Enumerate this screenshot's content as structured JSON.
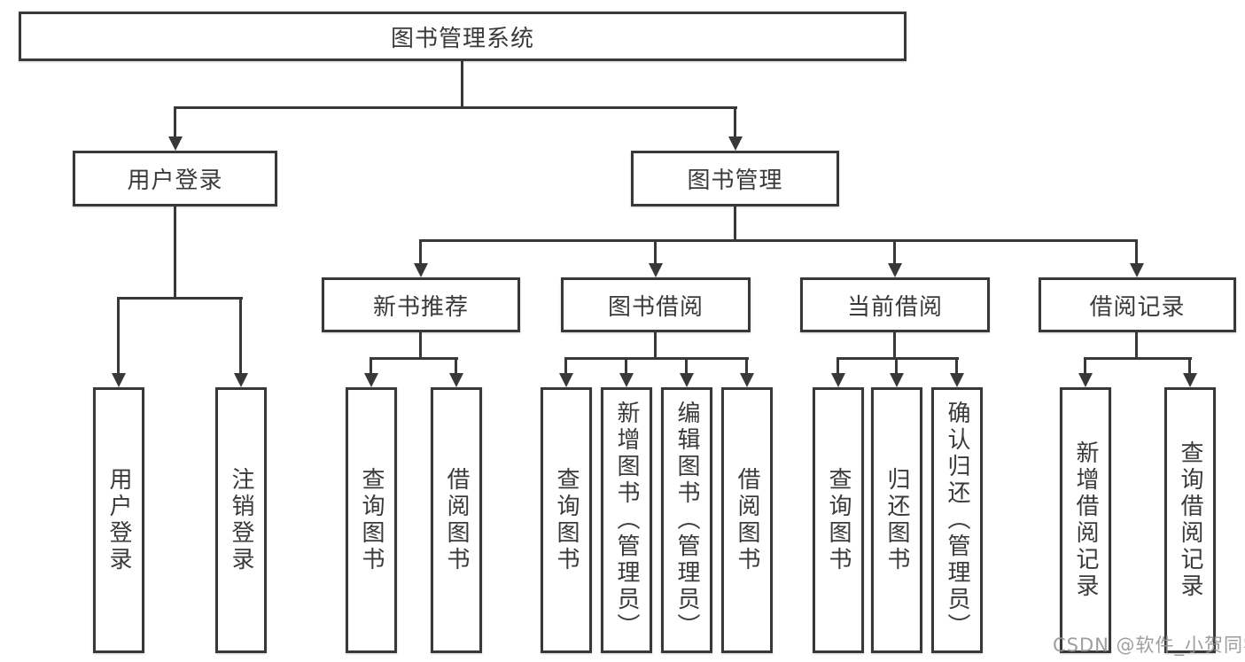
{
  "diagram_type": "hierarchy-tree",
  "tree": {
    "label": "图书管理系统",
    "children": [
      {
        "label": "用户登录",
        "children": [
          {
            "label": "用户登录"
          },
          {
            "label": "注销登录"
          }
        ]
      },
      {
        "label": "图书管理",
        "children": [
          {
            "label": "新书推荐",
            "children": [
              {
                "label": "查询图书"
              },
              {
                "label": "借阅图书"
              }
            ]
          },
          {
            "label": "图书借阅",
            "children": [
              {
                "label": "查询图书"
              },
              {
                "label": "新增图书（管理员）"
              },
              {
                "label": "编辑图书（管理员）"
              },
              {
                "label": "借阅图书"
              }
            ]
          },
          {
            "label": "当前借阅",
            "children": [
              {
                "label": "查询图书"
              },
              {
                "label": "归还图书"
              },
              {
                "label": "确认归还（管理员）"
              }
            ]
          },
          {
            "label": "借阅记录",
            "children": [
              {
                "label": "新增借阅记录"
              },
              {
                "label": "查询借阅记录"
              }
            ]
          }
        ]
      }
    ]
  },
  "watermark": {
    "text": "CSDN @软件_小贺同学"
  },
  "colors": {
    "line": "#383838",
    "text": "#3a3a3a",
    "background": "#ffffff",
    "watermark": "#949494"
  }
}
